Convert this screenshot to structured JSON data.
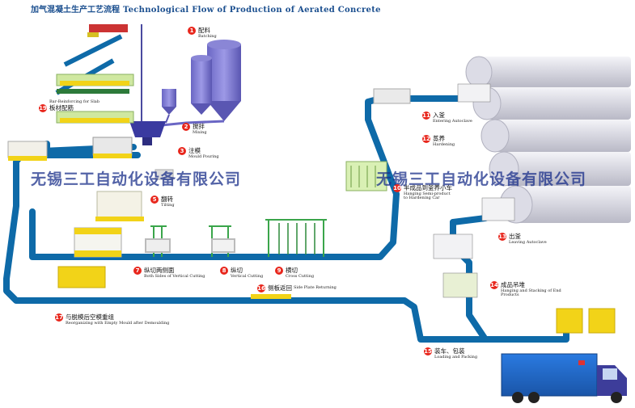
{
  "title": {
    "cn": "加气混凝土生产工艺流程",
    "en": "Technological Flow of Production of Aerated Concrete"
  },
  "watermarks": [
    "无锡三工自动化设备有限公司",
    "无锡三工自动化设备有限公司"
  ],
  "steps": [
    {
      "num": "1",
      "cn": "配料",
      "en": "Batching"
    },
    {
      "num": "2",
      "cn": "搅拌",
      "en": "Mixing"
    },
    {
      "num": "3",
      "cn": "注模",
      "en": "Mould Pouring"
    },
    {
      "num": "5",
      "cn": "翻转",
      "en": "Tilting"
    },
    {
      "num": "7",
      "cn": "纵切两侧面",
      "en": "Both Sides of Vertical Cutting"
    },
    {
      "num": "8",
      "cn": "纵切",
      "en": "Vertical Cutting"
    },
    {
      "num": "9",
      "cn": "横切",
      "en": "Cross Cutting"
    },
    {
      "num": "10",
      "cn": "半成品到釜养小车",
      "en": "Hanging Semi-product to Hardening Car"
    },
    {
      "num": "11",
      "cn": "入釜",
      "en": "Entering Autoclave"
    },
    {
      "num": "12",
      "cn": "蒸养",
      "en": "Hardening"
    },
    {
      "num": "13",
      "cn": "出釜",
      "en": "Leaving Autoclave"
    },
    {
      "num": "14",
      "cn": "成品吊堆",
      "en": "Hanging and Stacking of End Products"
    },
    {
      "num": "15",
      "cn": "装车、包装",
      "en": "Loading and Packing"
    },
    {
      "num": "16",
      "cn": "侧板返回",
      "en": "Side Plate Returning"
    },
    {
      "num": "17",
      "cn": "与脱模后空模重组",
      "en": "Reorganizing with Empty Mould after Demoulding"
    },
    {
      "num": "19",
      "cn": "板材配筋",
      "en": "Bar-Reinforcing for Slab"
    }
  ],
  "colors": {
    "track": "#0e6aa8",
    "track_dark": "#0a4f82",
    "mould": "#f2d318",
    "truck_box": "#1f67c9",
    "truck_cab": "#3d3d9a",
    "autoclave": "#e6e6ec",
    "badge": "#e8261c"
  }
}
